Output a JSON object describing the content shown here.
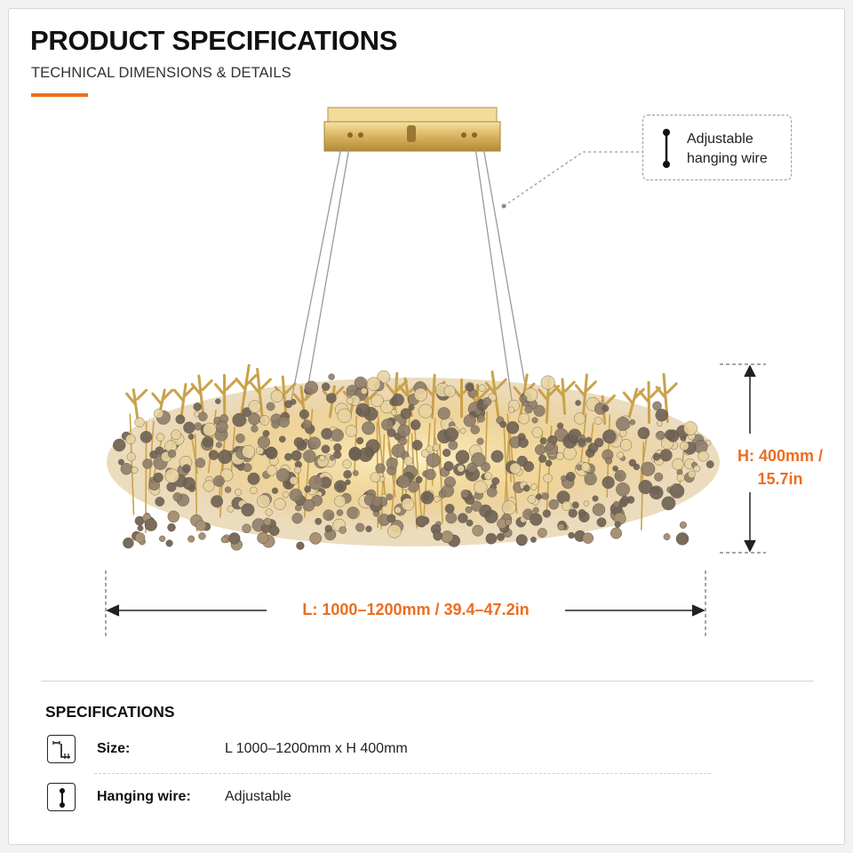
{
  "header": {
    "title": "PRODUCT SPECIFICATIONS",
    "subtitle": "TECHNICAL DIMENSIONS & DETAILS"
  },
  "illustration": {
    "subject": "gold branch crystal chandelier",
    "callout": {
      "icon": "wire-icon",
      "text": "Adjustable hanging wire"
    }
  },
  "dimensions": {
    "height_label": "H: 400mm / 15.7in",
    "length_label": "L: 1000–1200mm / 39.4–47.2in"
  },
  "specs": {
    "heading": "SPECIFICATIONS",
    "rows": [
      {
        "icon": "size-icon",
        "label": "Size:",
        "value": "L 1000–1200mm x H 400mm"
      },
      {
        "icon": "wire-icon",
        "label": "Hanging wire:",
        "value": "Adjustable"
      }
    ]
  },
  "colors": {
    "accent": "#ec6d1f",
    "gold": "#c9a24a",
    "crystal": "#8f7e6a",
    "text": "#111111"
  }
}
